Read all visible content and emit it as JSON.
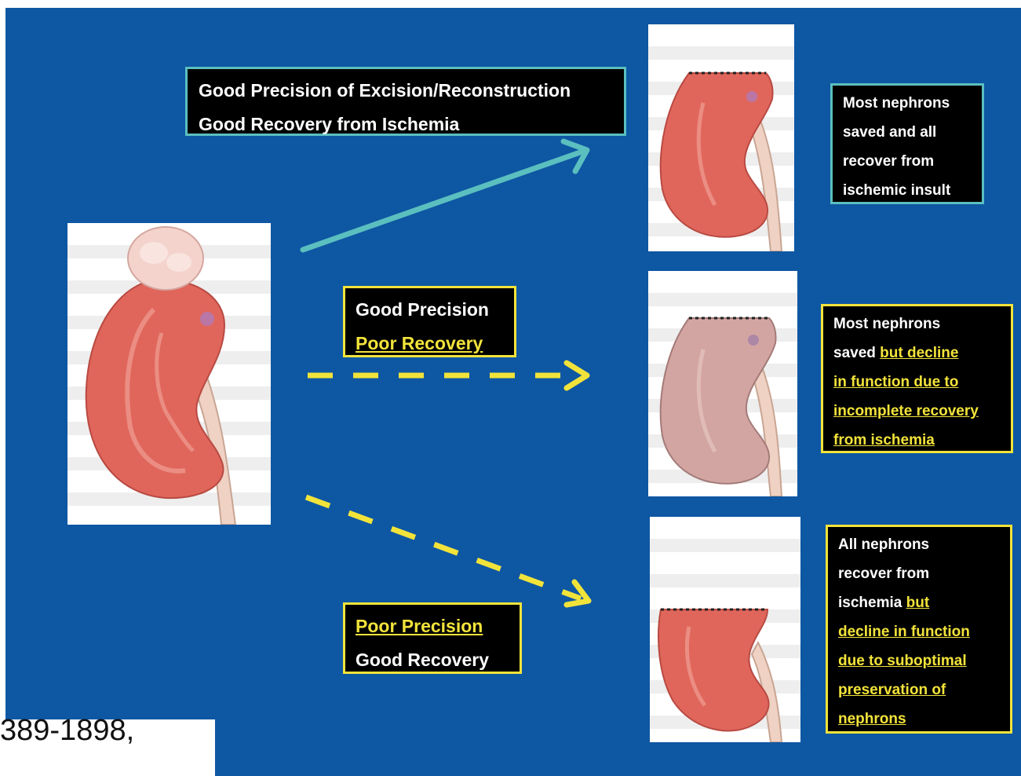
{
  "colors": {
    "background": "#0e57a3",
    "teal_accent": "#5bbfbf",
    "yellow_accent": "#f2e33a",
    "box_fill": "#000000",
    "kidney_tissue": "#e0665c",
    "kidney_faded": "#d3a5a2"
  },
  "paths": [
    {
      "label_lines": [
        [
          {
            "text": "Good Precision of Excision/Reconstruction",
            "highlight": false
          }
        ],
        [
          {
            "text": "Good Recovery from Ischemia",
            "highlight": false
          }
        ]
      ],
      "arrow_style": "solid-teal",
      "outcome_lines": [
        [
          {
            "text": "Most nephrons",
            "highlight": false
          }
        ],
        [
          {
            "text": "saved and all",
            "highlight": false
          }
        ],
        [
          {
            "text": "recover from",
            "highlight": false
          }
        ],
        [
          {
            "text": "ischemic insult",
            "highlight": false
          }
        ]
      ]
    },
    {
      "label_lines": [
        [
          {
            "text": "Good Precision",
            "highlight": false
          }
        ],
        [
          {
            "text": "Poor Recovery",
            "highlight": true
          }
        ]
      ],
      "arrow_style": "dashed-yellow",
      "outcome_lines": [
        [
          {
            "text": "Most nephrons",
            "highlight": false
          }
        ],
        [
          {
            "text": "saved ",
            "highlight": false
          },
          {
            "text": "but decline",
            "highlight": true
          }
        ],
        [
          {
            "text": "in function due to",
            "highlight": true
          }
        ],
        [
          {
            "text": "incomplete recovery",
            "highlight": true
          }
        ],
        [
          {
            "text": "from ischemia",
            "highlight": true
          }
        ]
      ]
    },
    {
      "label_lines": [
        [
          {
            "text": "Poor Precision",
            "highlight": true
          }
        ],
        [
          {
            "text": "Good  Recovery",
            "highlight": false
          }
        ]
      ],
      "arrow_style": "dashed-yellow",
      "outcome_lines": [
        [
          {
            "text": "All nephrons",
            "highlight": false
          }
        ],
        [
          {
            "text": "recover from",
            "highlight": false
          }
        ],
        [
          {
            "text": "ischemia ",
            "highlight": false
          },
          {
            "text": "but",
            "highlight": true
          }
        ],
        [
          {
            "text": "decline in function",
            "highlight": true
          }
        ],
        [
          {
            "text": "due to suboptimal",
            "highlight": true
          }
        ],
        [
          {
            "text": "preservation of",
            "highlight": true
          }
        ],
        [
          {
            "text": "nephrons",
            "highlight": true
          }
        ]
      ]
    }
  ],
  "footer": {
    "citation_fragment": "389-1898,"
  }
}
